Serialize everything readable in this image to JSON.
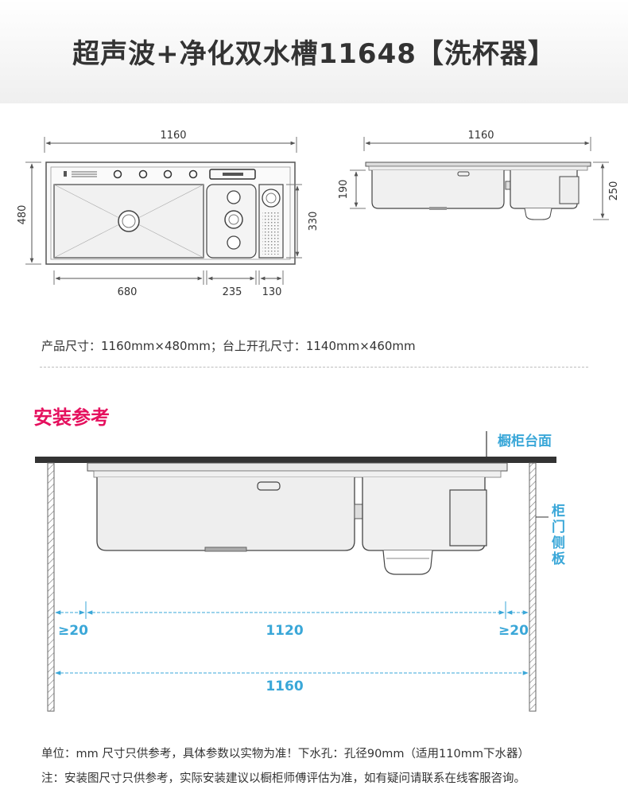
{
  "title": "超声波+净化双水槽11648【洗杯器】",
  "top_view": {
    "width_label": "1160",
    "depth_label": "480",
    "main_basin_label": "680",
    "small_basin_label": "235",
    "cup_washer_label": "130",
    "small_depth_label": "330"
  },
  "front_view": {
    "width_label": "1160",
    "height_left_label": "190",
    "height_right_label": "250"
  },
  "spec_text": "产品尺寸：1160mm×480mm；台上开孔尺寸：1140mm×460mm",
  "install": {
    "title": "安装参考",
    "countertop_label": "橱柜台面",
    "side_panel_label": [
      "柜",
      "门",
      "侧",
      "板"
    ],
    "left_gap": "≥20",
    "inner_width": "1120",
    "right_gap": "≥20",
    "total_width": "1160",
    "accent_color": "#3aa7d8"
  },
  "notes": {
    "line1": "单位：mm 尺寸只供参考，具体参数以实物为准！下水孔：孔径90mm（适用110mm下水器）",
    "line2": "注：安装图尺寸只供参考，实际安装建议以橱柜师傅评估为准，如有疑问请联系在线客服咨询。"
  }
}
